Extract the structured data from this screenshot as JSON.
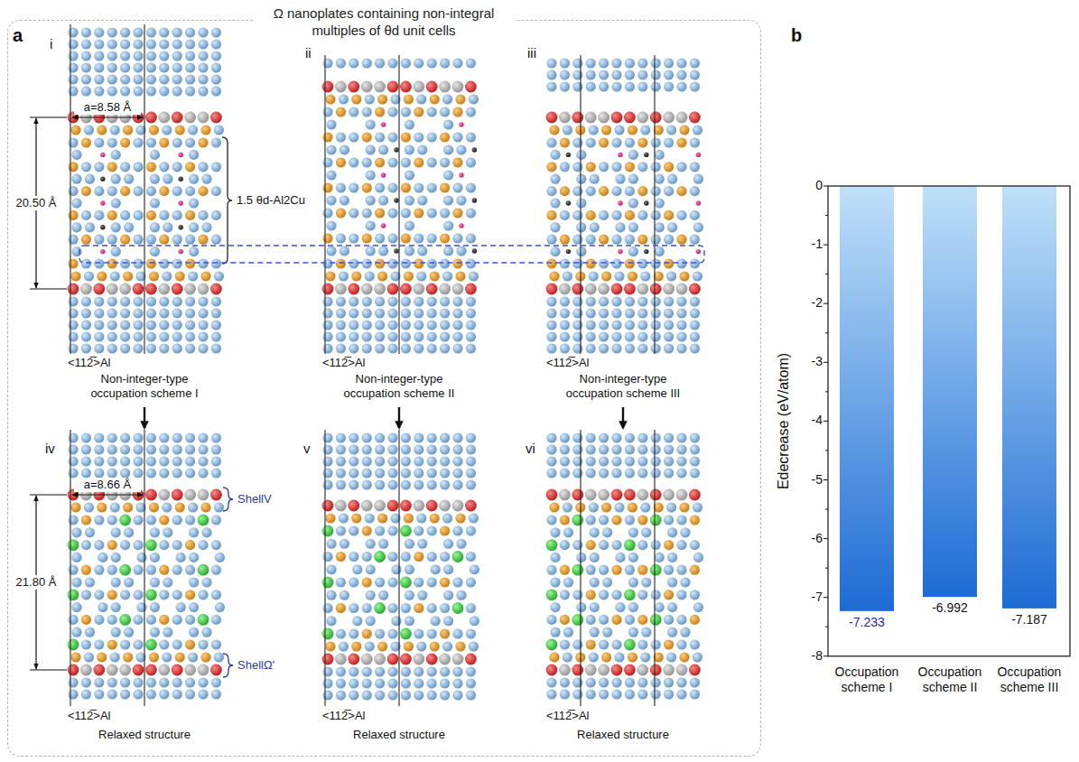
{
  "diagram": {
    "nodes": [
      {
        "text": [
          "Ω nanoplates containing non-integral multiples of θd unit cells"
        ]
      }
    ],
    "labels": [
      "a",
      "i",
      "ii",
      "iii",
      "a=8.58 Å",
      "20.50 Å",
      "1.5 θd-Al2Cu",
      "<112̅>Al",
      "<112̅>Al",
      "<112̅>Al",
      "Non-integer-type occupation scheme I",
      "Non-integer-type occupation scheme II",
      "Non-integer-type occupation scheme III",
      "iv",
      "v",
      "vi",
      "a=8.66 Å",
      "21.80 Å",
      "ShellV",
      "ShellΩ'",
      "<112̅>Al",
      "<112̅>Al",
      "<112̅>Al",
      "Relaxed structure",
      "Relaxed structure",
      "Relaxed structure",
      "b",
      "Edecrease (eV/atom)",
      "0",
      "-1",
      "-2",
      "-3",
      "-4",
      "-5",
      "-6",
      "-7",
      "-8",
      "-7.233",
      "-6.992",
      "-7.187",
      "Occupation scheme I",
      "Occupation scheme II",
      "Occupation scheme III"
    ]
  }
}
